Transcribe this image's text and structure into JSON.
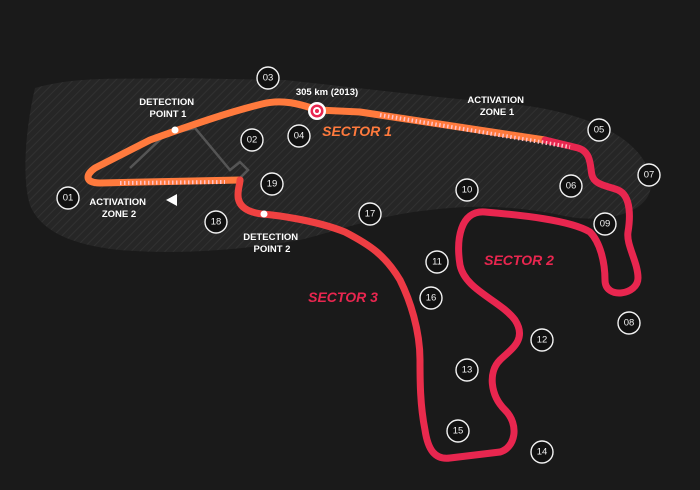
{
  "record": {
    "text": "305 km (2013)"
  },
  "sectors": [
    {
      "label": "SECTOR 1",
      "color": "#ff7a3d"
    },
    {
      "label": "SECTOR 2",
      "color": "#e8264f"
    },
    {
      "label": "SECTOR 3",
      "color": "#e8264f"
    }
  ],
  "detection_points": [
    {
      "line1": "DETECTION",
      "line2": "POINT 1"
    },
    {
      "line1": "DETECTION",
      "line2": "POINT 2"
    }
  ],
  "activation_zones": [
    {
      "line1": "ACTIVATION",
      "line2": "ZONE 1"
    },
    {
      "line1": "ACTIVATION",
      "line2": "ZONE 2"
    }
  ],
  "turns": [
    "01",
    "02",
    "03",
    "04",
    "05",
    "06",
    "07",
    "08",
    "09",
    "10",
    "11",
    "12",
    "13",
    "14",
    "15",
    "16",
    "17",
    "18",
    "19"
  ],
  "colors": {
    "background": "#1a1a1a",
    "sector1": "#ff7a3d",
    "sector2": "#e8264f",
    "sector3": "#e8264f",
    "drs": "#ff9aa8",
    "pitlane": "#555555"
  }
}
